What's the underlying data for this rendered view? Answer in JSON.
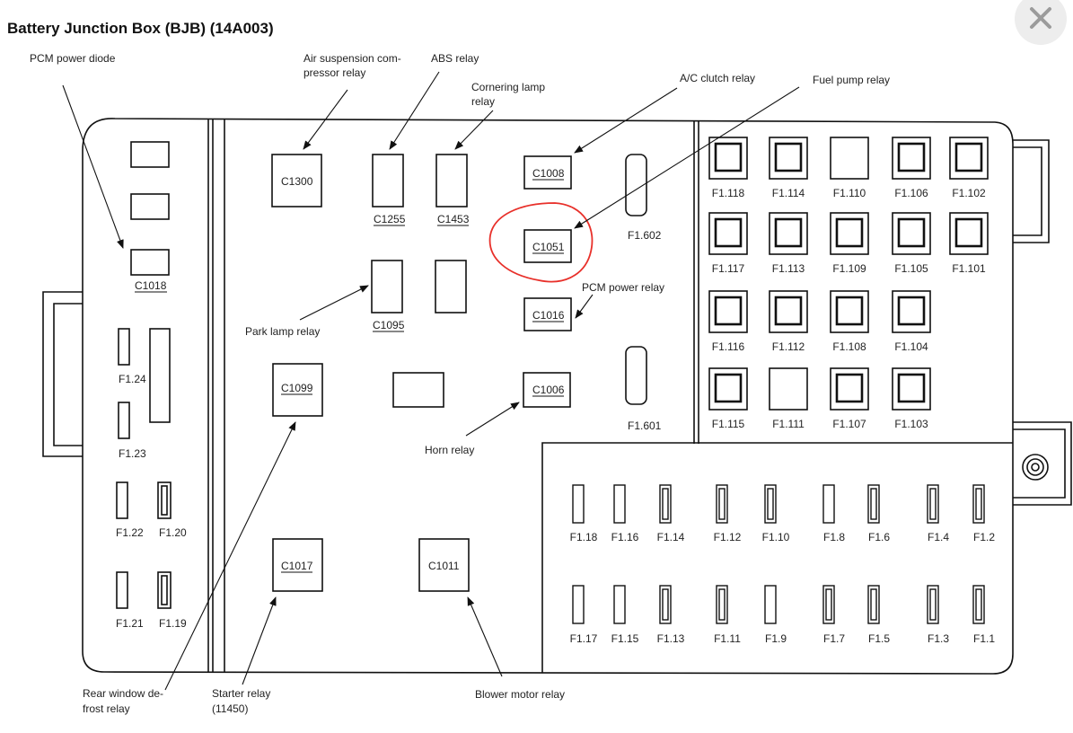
{
  "title": "Battery Junction Box (BJB) (14A003)",
  "icons": {
    "close": "close-icon"
  },
  "colors": {
    "line": "#111111",
    "highlight": "#e8302a",
    "close_bg": "#ededed",
    "close_x": "#9b9b9b"
  },
  "callouts": {
    "pcm_diode": "PCM power diode",
    "air_susp_1": "Air suspension com-",
    "air_susp_2": "pressor relay",
    "abs": "ABS relay",
    "cornering_1": "Cornering lamp",
    "cornering_2": "relay",
    "ac_clutch": "A/C clutch relay",
    "fuel_pump": "Fuel pump relay",
    "pcm_power": "PCM power relay",
    "park_lamp": "Park lamp relay",
    "horn": "Horn relay",
    "rear_window_1": "Rear window de-",
    "rear_window_2": "frost relay",
    "starter_1": "Starter relay",
    "starter_2": "(11450)",
    "blower": "Blower motor relay"
  },
  "connectors": {
    "c1300": "C1300",
    "c1255": "C1255",
    "c1453": "C1453",
    "c1008": "C1008",
    "c1051": "C1051",
    "c1018": "C1018",
    "c1095": "C1095",
    "c1016": "C1016",
    "c1099": "C1099",
    "c1006": "C1006",
    "c1017": "C1017",
    "c1011": "C1011"
  },
  "fuses": {
    "f1602": "F1.602",
    "f1601": "F1.601",
    "f124": "F1.24",
    "f123": "F1.23",
    "f122": "F1.22",
    "f120": "F1.20",
    "f121": "F1.21",
    "f119": "F1.19",
    "large_rows": [
      [
        "F1.118",
        "F1.114",
        "F1.110",
        "F1.106",
        "F1.102"
      ],
      [
        "F1.117",
        "F1.113",
        "F1.109",
        "F1.105",
        "F1.101"
      ],
      [
        "F1.116",
        "F1.112",
        "F1.108",
        "F1.104"
      ],
      [
        "F1.115",
        "F1.111",
        "F1.107",
        "F1.103"
      ]
    ],
    "mini_top": [
      "F1.18",
      "F1.16",
      "F1.14",
      "F1.12",
      "F1.10",
      "F1.8",
      "F1.6",
      "F1.4",
      "F1.2"
    ],
    "mini_bottom": [
      "F1.17",
      "F1.15",
      "F1.13",
      "F1.11",
      "F1.9",
      "F1.7",
      "F1.5",
      "F1.3",
      "F1.1"
    ]
  }
}
